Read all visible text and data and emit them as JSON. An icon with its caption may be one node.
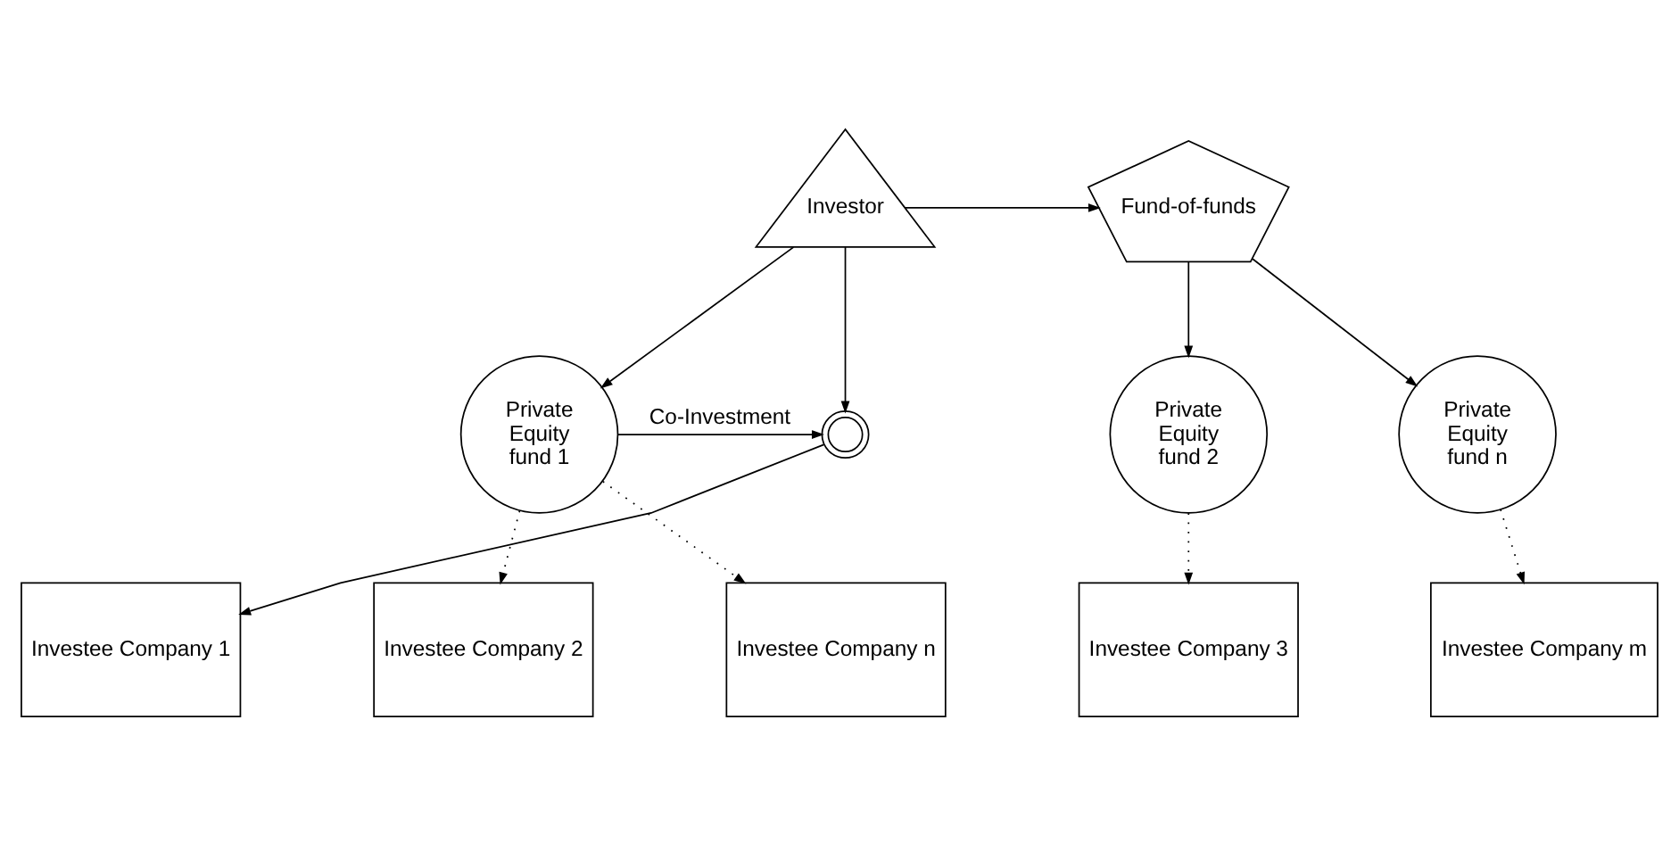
{
  "diagram": {
    "nodes": [
      {
        "text": [
          "Investor"
        ]
      },
      {
        "text": [
          "Fund-of-funds"
        ]
      },
      {
        "text": [],
        "shape": "circle"
      },
      {
        "text": [
          "Private Equity fund 1"
        ]
      },
      {
        "text": [
          "Private Equity fund 2"
        ]
      },
      {
        "text": [
          "Private Equity fund n"
        ]
      },
      {
        "text": [
          "Investee Company 1"
        ]
      },
      {
        "text": [
          "Investee Company 2"
        ]
      },
      {
        "text": [
          "Investee Company n"
        ]
      },
      {
        "text": [
          "Investee Company 3"
        ]
      },
      {
        "text": [
          "Investee Company m"
        ]
      }
    ],
    "edges": [
      {
        "from": 0,
        "to": 1,
        "arrow": "to"
      },
      {
        "from": 0,
        "to": 3,
        "arrow": "to"
      },
      {
        "from": 0,
        "to": 2,
        "arrow": "to"
      },
      {
        "from": 3,
        "to": 2,
        "arrow": "to",
        "label": "Co-Investment"
      },
      {
        "from": 1,
        "to": 4,
        "arrow": "to"
      },
      {
        "from": 1,
        "to": 5,
        "arrow": "to"
      },
      {
        "from": 2,
        "to": 6,
        "arrow": "to"
      },
      {
        "from": 3,
        "to": 7,
        "arrow": "to",
        "style": "dashed"
      },
      {
        "from": 3,
        "to": 8,
        "arrow": "to",
        "style": "dashed"
      },
      {
        "from": 4,
        "to": 9,
        "arrow": "to",
        "style": "dashed"
      },
      {
        "from": 5,
        "to": 10,
        "arrow": "to",
        "style": "dashed"
      }
    ]
  }
}
